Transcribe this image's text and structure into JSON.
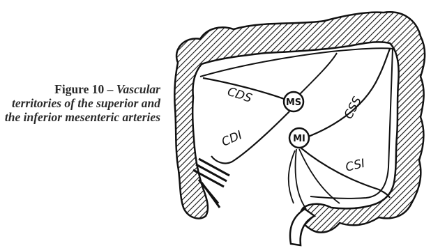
{
  "caption": {
    "figure_label": "Figure 10 – ",
    "description": "Vascular territories of the superior and the inferior mesenteric arteries"
  },
  "diagram": {
    "nodes": {
      "ms": "MS",
      "mi": "MI"
    },
    "labels": {
      "cds": "CDS",
      "cdi": "CDI",
      "css": "CSS",
      "csi": "CSI"
    }
  },
  "colors": {
    "ink": "#111111",
    "caption_text": "#2b2b2b",
    "background": "#ffffff"
  }
}
